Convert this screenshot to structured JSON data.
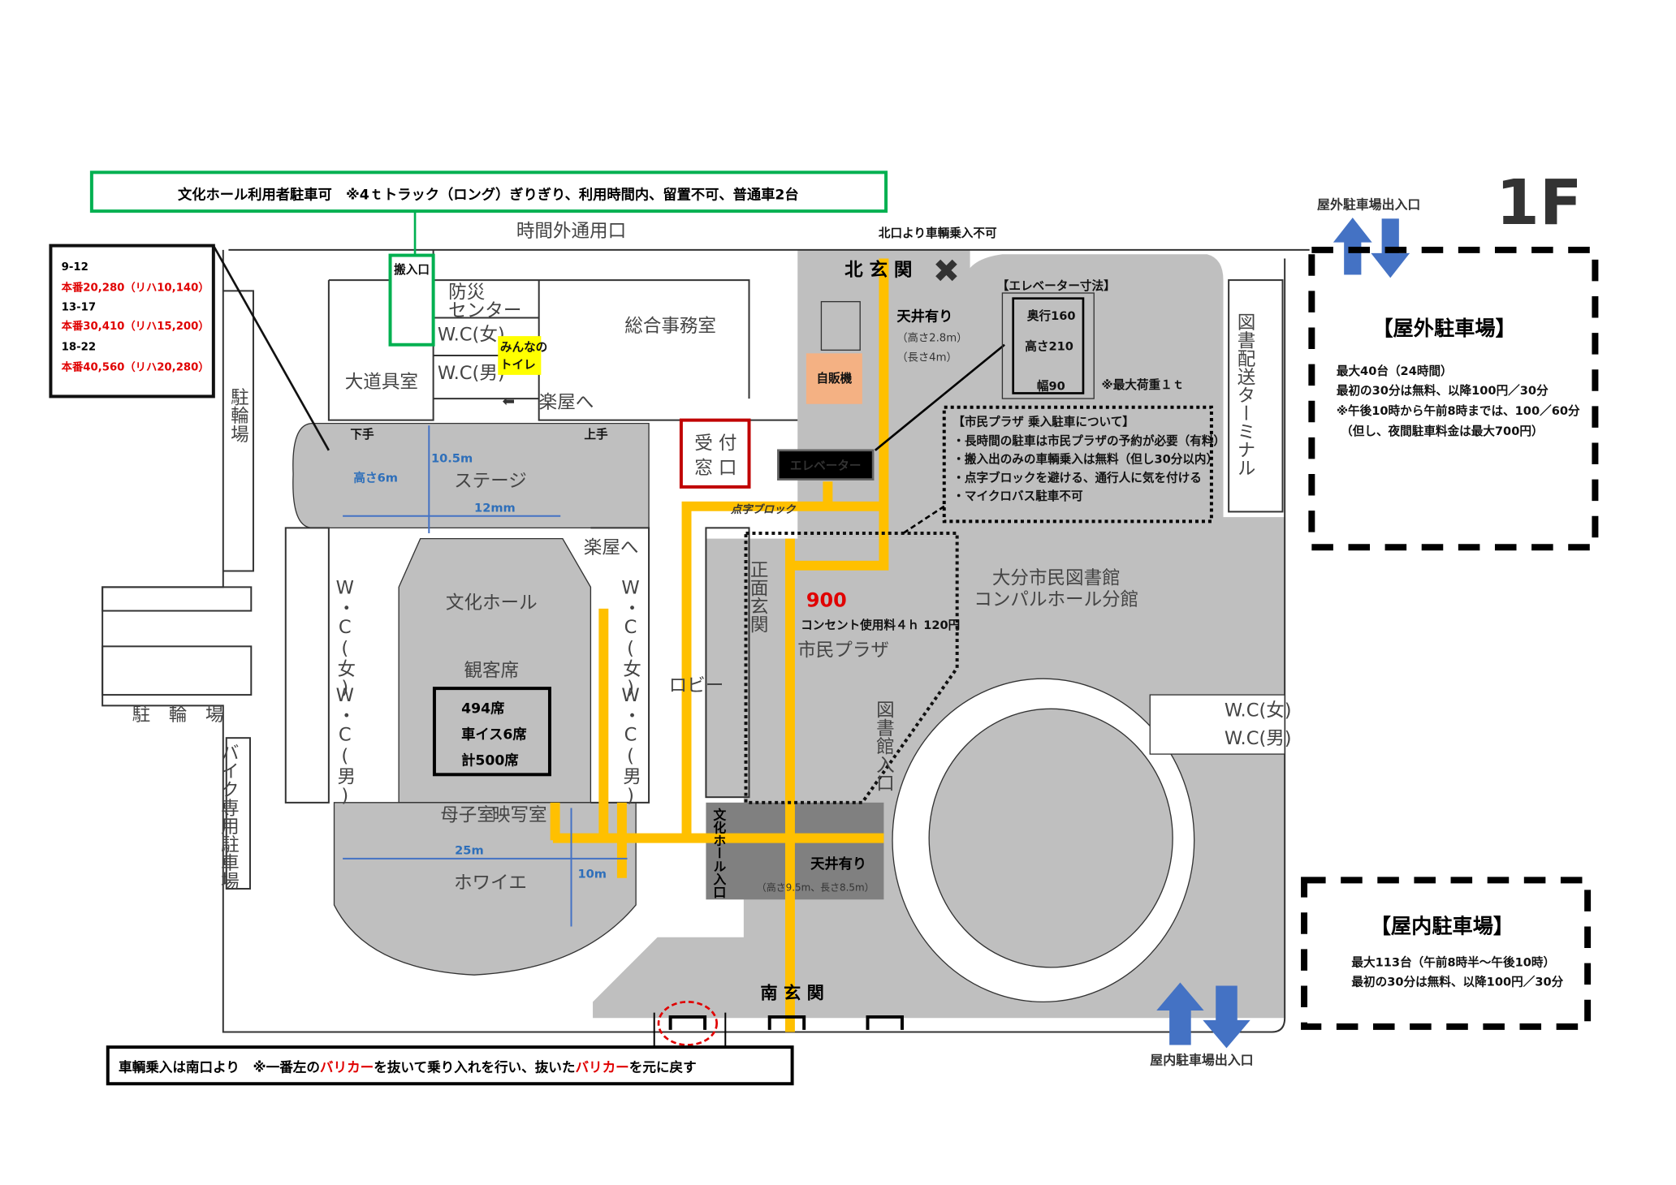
{
  "floor": "1F",
  "top_notice": "文化ホール利用者駐車可　※4ｔトラック（ロング）ぎりぎり、利用時間内、留置不可、普通車2台",
  "loading_entrance": "搬入口",
  "after_hours_entrance": "時間外通用口",
  "north_no_vehicle": "北口より車輌乗入不可",
  "north_entrance": "北 玄 関",
  "north_ceiling": {
    "title": "天井有り",
    "height": "（高さ2.8m）",
    "length": "（長さ4m）"
  },
  "pricing": [
    {
      "time": "9-12",
      "price": "本番20,280（リハ10,140）"
    },
    {
      "time": "13-17",
      "price": "本番30,410（リハ15,200）"
    },
    {
      "time": "18-22",
      "price": "本番40,560（リハ20,280）"
    }
  ],
  "rooms": {
    "disaster_center": [
      "防災",
      "センター"
    ],
    "wc_female": "W.C(女)",
    "wc_male": "W.C(男)",
    "everyone_toilet": [
      "みんなの",
      "トイレ"
    ],
    "large_props": "大道具室",
    "to_dressing": "楽屋へ",
    "general_office": "総合事務室",
    "vending": "自販機",
    "reception": [
      "受 付",
      "窓 口"
    ],
    "elevator": "エレベーター",
    "stage": "ステージ",
    "stage_left": "下手",
    "stage_right": "上手",
    "hall": "文化ホール",
    "seats_label": "観客席",
    "seats": [
      "494席",
      "車イス6席",
      "計500席"
    ],
    "wc_v_female": "W・C(女)",
    "wc_v_male": "W・C(男)",
    "mother_child": "母子室",
    "projection": "映写室",
    "foyer": "ホワイエ",
    "lobby": "ロビー",
    "front_entrance": "正面玄関",
    "hall_entrance": "文化ホール入口",
    "plaza": "市民プラザ",
    "plaza_capacity": "900",
    "outlet_fee": "コンセント使用料４ｈ 120円",
    "library_entrance": "図書館入口",
    "library": [
      "大分市民図書館",
      "コンパルホール分館"
    ],
    "library_terminal": "図書配送ターミナル",
    "bike_parking": "駐輪場",
    "bike_parking_bottom": "駐　輪　場",
    "motorbike_parking": "バイク専用駐車場",
    "south_entrance": "南 玄 関",
    "braille_block": "点字ブロック"
  },
  "dimensions": {
    "stage_depth": "10.5m",
    "stage_height": "高さ6m",
    "stage_width": "12mm",
    "foyer_width": "25m",
    "foyer_depth": "10m",
    "south_ceiling": {
      "title": "天井有り",
      "size": "（高さ9.5m、長さ8.5m）"
    }
  },
  "elevator_dims": {
    "title": "【エレベーター寸法】",
    "depth": "奥行160",
    "height": "高さ210",
    "width": "幅90",
    "max_load": "※最大荷重１ｔ"
  },
  "plaza_notes": {
    "title": "【市民プラザ 乗入駐車について】",
    "items": [
      "・長時間の駐車は市民プラザの予約が必要（有料）",
      "・搬入出のみの車輌乗入は無料（但し30分以内）",
      "・点字ブロックを避ける、通行人に気を付ける",
      "・マイクロバス駐車不可"
    ]
  },
  "outdoor_parking": {
    "entrance": "屋外駐車場出入口",
    "title": "【屋外駐車場】",
    "lines": [
      "最大40台（24時間）",
      "最初の30分は無料、以降100円／30分",
      "※午後10時から午前8時までは、100／60分",
      "（但し、夜間駐車料金は最大700円）"
    ]
  },
  "indoor_parking": {
    "entrance": "屋内駐車場出入口",
    "title": "【屋内駐車場】",
    "lines": [
      "最大113台（午前8時半～午後10時）",
      "最初の30分は無料、以降100円／30分"
    ]
  },
  "bottom_notice": {
    "p1": "車輌乗入は南口より　※一番左の",
    "r1": "バリカー",
    "p2": "を抜いて乗り入れを行い、抜いた",
    "r2": "バリカー",
    "p3": "を元に戻す"
  },
  "colors": {
    "green": "#00b050",
    "yellow": "#ffc000",
    "red": "#e00000",
    "blue": "#4472c4",
    "gray": "#bfbfbf",
    "orange": "#f4b183"
  }
}
